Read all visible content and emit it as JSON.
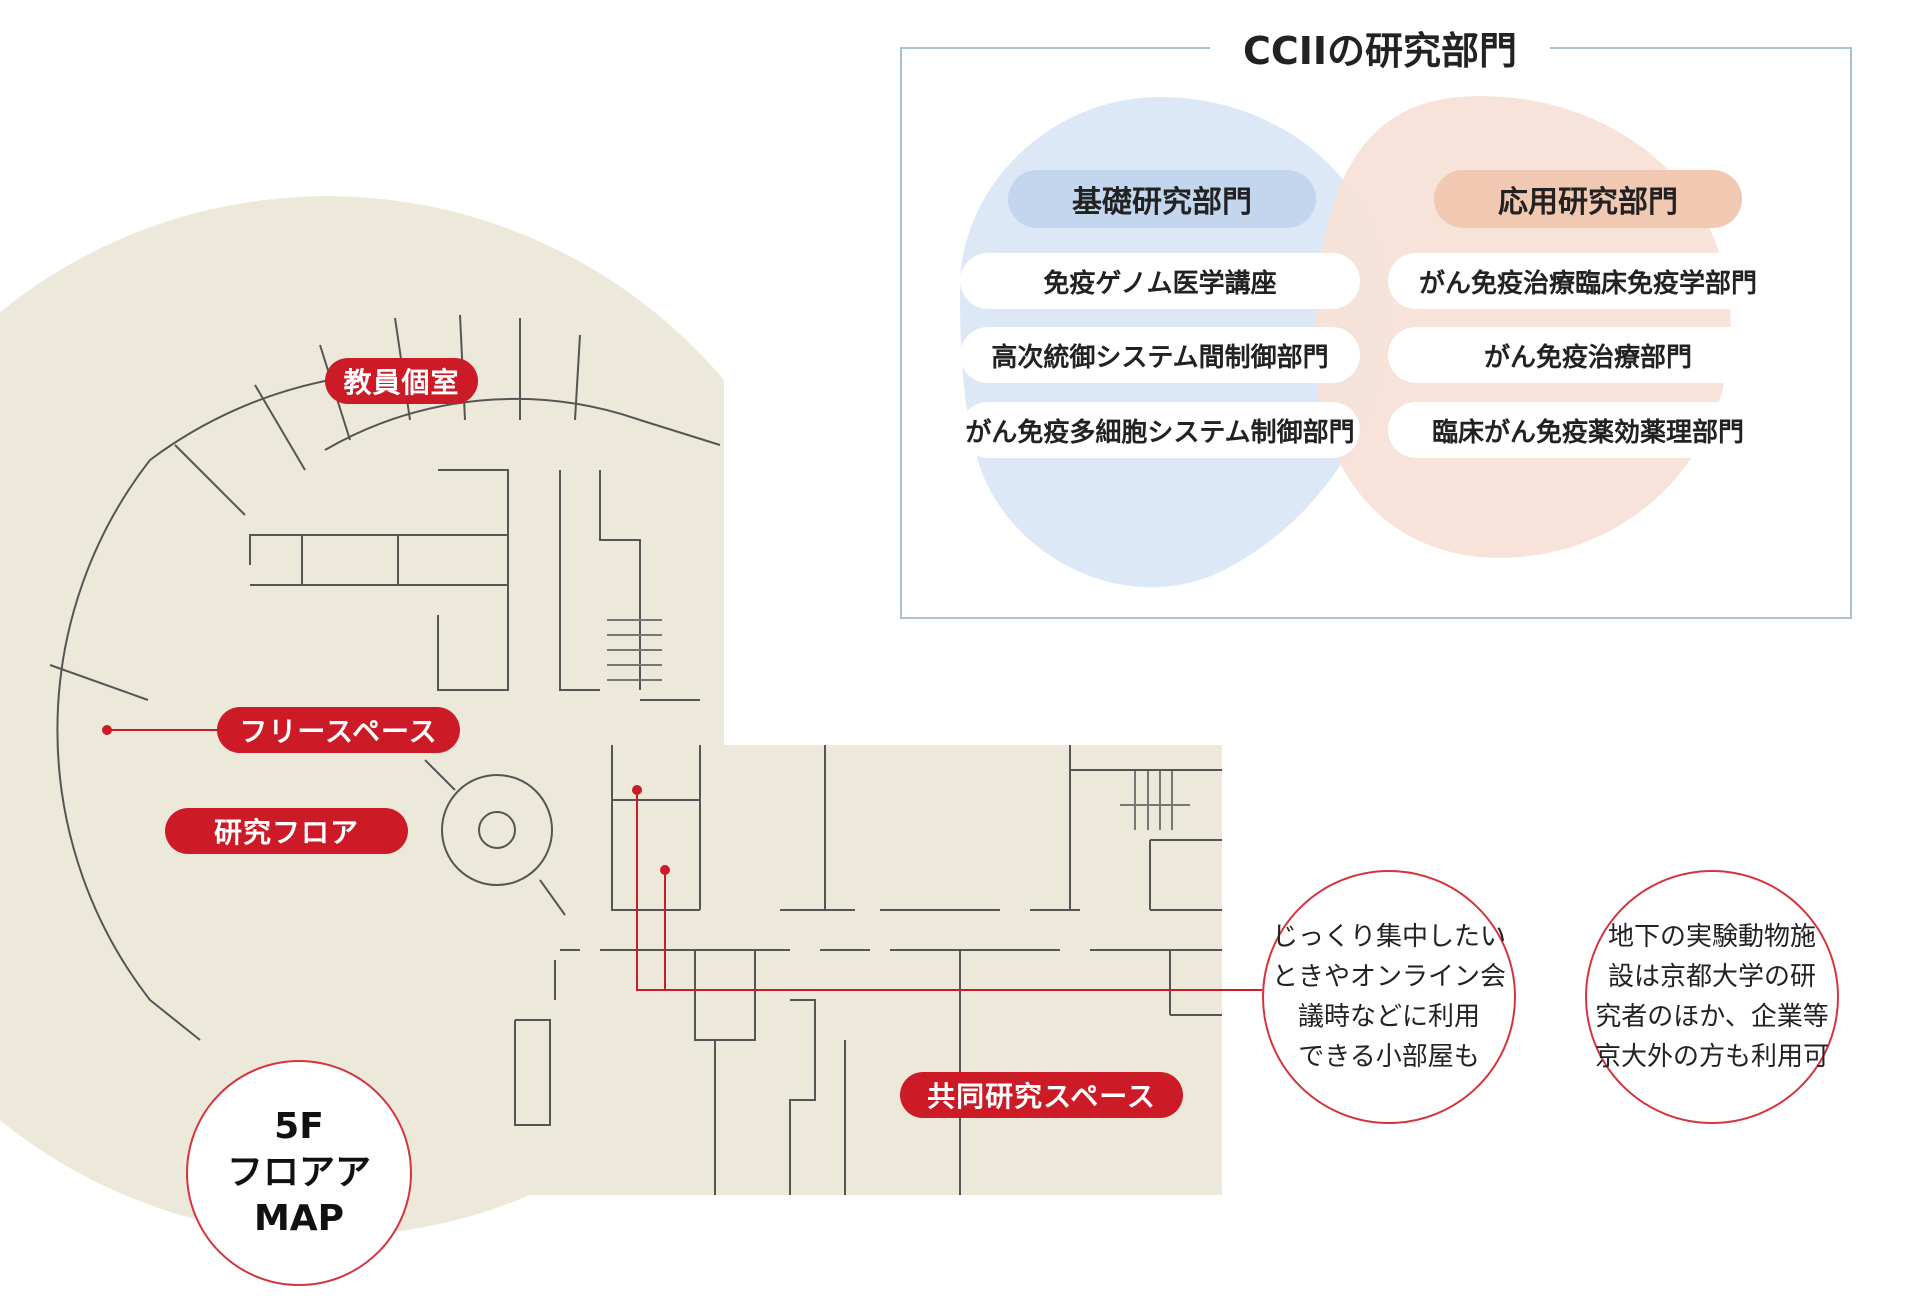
{
  "panel": {
    "title": "CCIIの研究部門",
    "basic": {
      "heading": "基礎研究部門",
      "items": [
        "免疫ゲノム医学講座",
        "高次統御システム間制御部門",
        "がん免疫多細胞システム制御部門"
      ]
    },
    "applied": {
      "heading": "応用研究部門",
      "items": [
        "がん免疫治療臨床免疫学部門",
        "がん免疫治療部門",
        "臨床がん免疫薬効薬理部門"
      ]
    },
    "colors": {
      "basic_blob": "#dde8f7",
      "applied_blob": "#f6e1d6",
      "basic_head": "#c3d6ee",
      "applied_head": "#f1c9b3"
    }
  },
  "map": {
    "labels": {
      "faculty_rooms": "教員個室",
      "free_space": "フリースペース",
      "research_floor": "研究フロア",
      "joint_space": "共同研究スペース"
    },
    "badge": [
      "5F",
      "フロアア",
      "MAP"
    ],
    "notes": {
      "small_rooms": [
        "じっくり集中したい",
        "ときやオンライン会",
        "議時などに利用",
        "できる小部屋も"
      ],
      "animal_facility": [
        "地下の実験動物施",
        "設は京都大学の研",
        "究者のほか、企業等",
        "京大外の方も利用可"
      ]
    },
    "colors": {
      "floor": "#ede9da",
      "accent": "#cc1b27",
      "wall": "#555555"
    }
  }
}
